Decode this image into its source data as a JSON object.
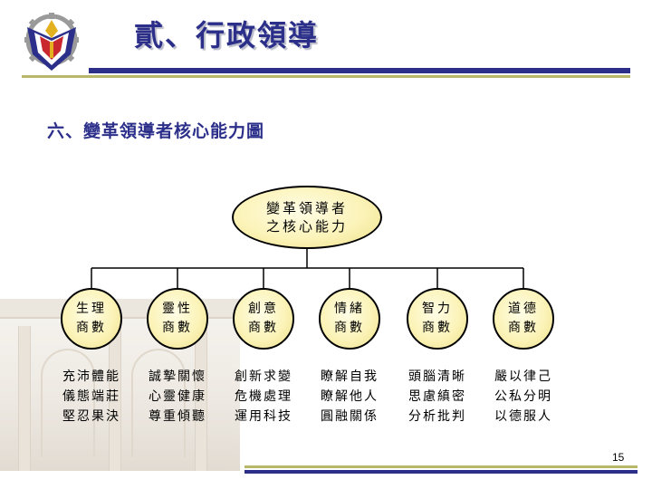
{
  "slide": {
    "title": "貳、行政領導",
    "subtitle": "六、變革領導者核心能力圖",
    "page_number": "15"
  },
  "diagram": {
    "root": {
      "line1": "變革領導者",
      "line2": "之核心能力"
    },
    "nodes": [
      {
        "line1": "生理",
        "line2": "商數",
        "traits": [
          "充沛體能",
          "儀態端莊",
          "堅忍果決"
        ]
      },
      {
        "line1": "靈性",
        "line2": "商數",
        "traits": [
          "誠摯關懷",
          "心靈健康",
          "尊重傾聽"
        ]
      },
      {
        "line1": "創意",
        "line2": "商數",
        "traits": [
          "創新求變",
          "危機處理",
          "運用科技"
        ]
      },
      {
        "line1": "情緒",
        "line2": "商數",
        "traits": [
          "瞭解自我",
          "瞭解他人",
          "圓融關係"
        ]
      },
      {
        "line1": "智力",
        "line2": "商數",
        "traits": [
          "頭腦清晰",
          "思慮縝密",
          "分析批判"
        ]
      },
      {
        "line1": "道德",
        "line2": "商數",
        "traits": [
          "嚴以律己",
          "公私分明",
          "以德服人"
        ]
      }
    ]
  },
  "colors": {
    "title_navy": "#2b2f8a",
    "rule_olive": "#b9b86a",
    "node_fill": "#fbf3b8"
  },
  "icons": {
    "logo": "school-emblem-icon"
  }
}
